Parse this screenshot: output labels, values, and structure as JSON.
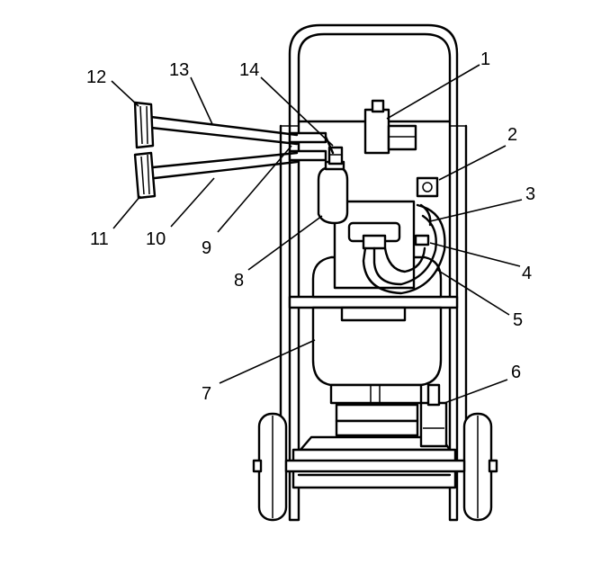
{
  "diagram": {
    "callouts": [
      {
        "id": "c1",
        "text": "1"
      },
      {
        "id": "c2",
        "text": "2"
      },
      {
        "id": "c3",
        "text": "3"
      },
      {
        "id": "c4",
        "text": "4"
      },
      {
        "id": "c5",
        "text": "5"
      },
      {
        "id": "c6",
        "text": "6"
      },
      {
        "id": "c7",
        "text": "7"
      },
      {
        "id": "c8",
        "text": "8"
      },
      {
        "id": "c9",
        "text": "9"
      },
      {
        "id": "c10",
        "text": "10"
      },
      {
        "id": "c11",
        "text": "11"
      },
      {
        "id": "c12",
        "text": "12"
      },
      {
        "id": "c13",
        "text": "13"
      },
      {
        "id": "c14",
        "text": "14"
      }
    ]
  }
}
